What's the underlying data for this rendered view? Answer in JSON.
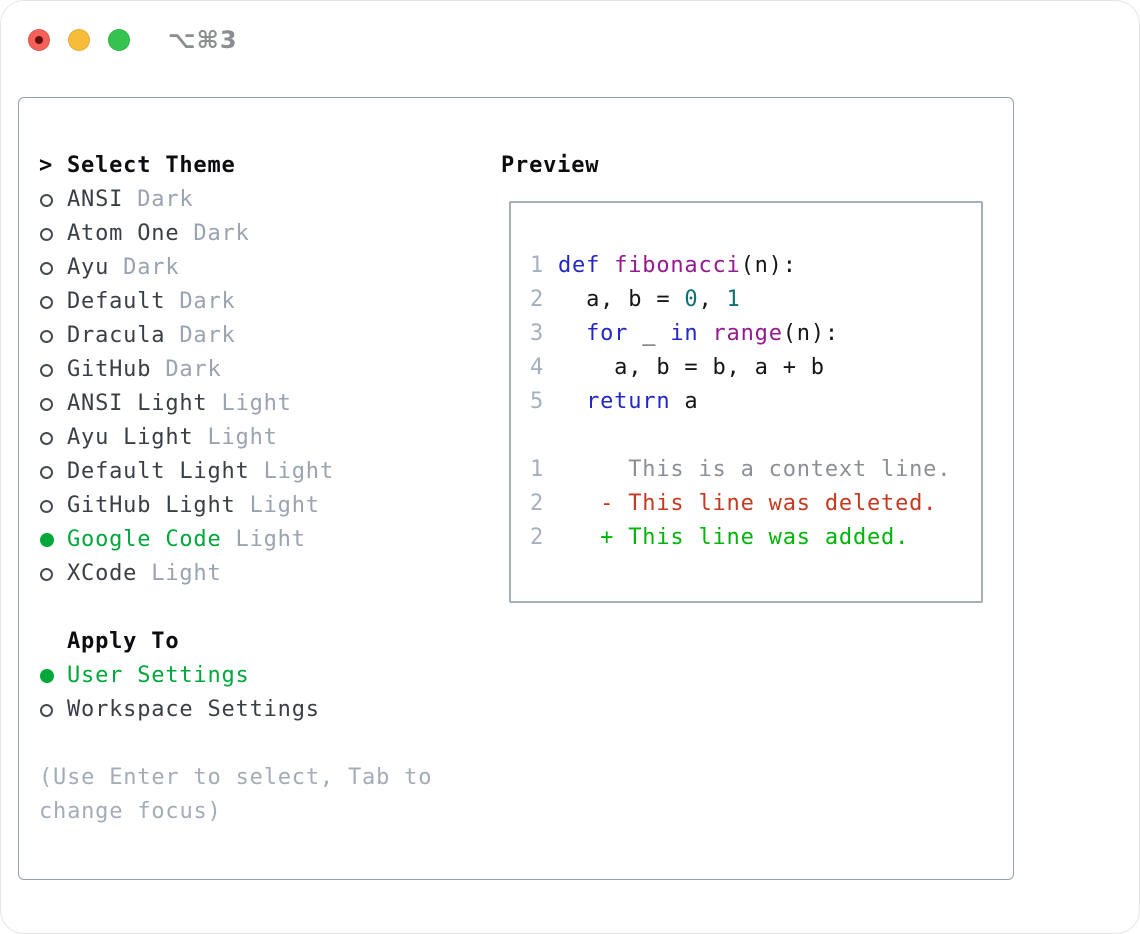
{
  "window": {
    "title": "⌥⌘3",
    "traffic_lights": [
      "close",
      "minimize",
      "zoom"
    ]
  },
  "colors": {
    "heading": "#0c0d10",
    "item_text": "#3a3f46",
    "tag": "#9aa3b0",
    "hint": "#a4acb8",
    "selected": "#00a83c",
    "circle": "#474d54",
    "panel_border": "#99a1ac",
    "box_border": "#a6aeb8",
    "title_text": "#8a8d91",
    "light_red": "#f4605a",
    "light_red_dot": "#64100e",
    "light_yellow": "#f6bd3b",
    "light_green": "#35c24e",
    "keyword": "#2328c4",
    "function": "#951a92",
    "number": "#0e7175",
    "plain": "#15161a",
    "line_number": "#a6afbc",
    "context": "#8b9097",
    "deleted": "#c33a20",
    "added": "#00b40a"
  },
  "theme_picker": {
    "cursor": ">",
    "title": "Select Theme",
    "items": [
      {
        "name": "ANSI",
        "tag": "Dark",
        "selected": false
      },
      {
        "name": "Atom One",
        "tag": "Dark",
        "selected": false
      },
      {
        "name": "Ayu",
        "tag": "Dark",
        "selected": false
      },
      {
        "name": "Default",
        "tag": "Dark",
        "selected": false
      },
      {
        "name": "Dracula",
        "tag": "Dark",
        "selected": false
      },
      {
        "name": "GitHub",
        "tag": "Dark",
        "selected": false
      },
      {
        "name": "ANSI Light",
        "tag": "Light",
        "selected": false
      },
      {
        "name": "Ayu Light",
        "tag": "Light",
        "selected": false
      },
      {
        "name": "Default Light",
        "tag": "Light",
        "selected": false
      },
      {
        "name": "GitHub Light",
        "tag": "Light",
        "selected": false
      },
      {
        "name": "Google Code",
        "tag": "Light",
        "selected": true
      },
      {
        "name": "XCode",
        "tag": "Light",
        "selected": false
      }
    ],
    "apply_to": {
      "title": "Apply To",
      "options": [
        {
          "name": "User Settings",
          "selected": true
        },
        {
          "name": "Workspace Settings",
          "selected": false
        }
      ]
    },
    "hint": "(Use Enter to select, Tab to change focus)"
  },
  "preview": {
    "label": "Preview",
    "code_lines": [
      {
        "num": "1",
        "segments": [
          {
            "t": "def",
            "c": "keyword"
          },
          {
            "t": " ",
            "c": "plain"
          },
          {
            "t": "fibonacci",
            "c": "function"
          },
          {
            "t": "(n):",
            "c": "plain"
          }
        ]
      },
      {
        "num": "2",
        "segments": [
          {
            "t": "  a, b = ",
            "c": "plain"
          },
          {
            "t": "0",
            "c": "number"
          },
          {
            "t": ", ",
            "c": "plain"
          },
          {
            "t": "1",
            "c": "number"
          }
        ]
      },
      {
        "num": "3",
        "segments": [
          {
            "t": "  ",
            "c": "plain"
          },
          {
            "t": "for",
            "c": "keyword"
          },
          {
            "t": " _ ",
            "c": "plain"
          },
          {
            "t": "in",
            "c": "keyword"
          },
          {
            "t": " ",
            "c": "plain"
          },
          {
            "t": "range",
            "c": "function"
          },
          {
            "t": "(n):",
            "c": "plain"
          }
        ]
      },
      {
        "num": "4",
        "segments": [
          {
            "t": "    a, b = b, a + b",
            "c": "plain"
          }
        ]
      },
      {
        "num": "5",
        "segments": [
          {
            "t": "  ",
            "c": "plain"
          },
          {
            "t": "return",
            "c": "keyword"
          },
          {
            "t": " a",
            "c": "plain"
          }
        ]
      },
      {
        "num": "",
        "segments": []
      },
      {
        "num": "1",
        "segments": [
          {
            "t": "     This is a context line.",
            "c": "context"
          }
        ]
      },
      {
        "num": "2",
        "segments": [
          {
            "t": "   - This line was deleted.",
            "c": "deleted"
          }
        ]
      },
      {
        "num": "2",
        "segments": [
          {
            "t": "   + This line was added.",
            "c": "added"
          }
        ]
      }
    ]
  }
}
